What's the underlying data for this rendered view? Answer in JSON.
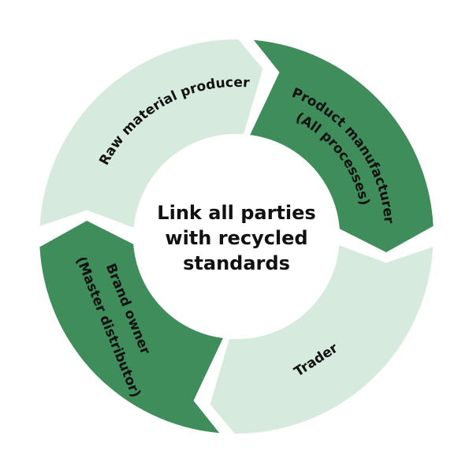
{
  "diagram": {
    "center_lines": [
      "Link all parties",
      "with recycled",
      "standards"
    ],
    "segments": [
      {
        "id": "raw-material-producer",
        "lines": [
          "Raw material producer"
        ],
        "color": "#d6ebdd"
      },
      {
        "id": "product-manufacturer",
        "lines": [
          "Product manufacturer",
          "(All processes)"
        ],
        "color": "#3f8d5a"
      },
      {
        "id": "trader",
        "lines": [
          "Trader"
        ],
        "color": "#d6ebdd"
      },
      {
        "id": "brand-owner",
        "lines": [
          "Brand owner",
          "(Master distributor)"
        ],
        "color": "#3f8d5a"
      }
    ]
  }
}
